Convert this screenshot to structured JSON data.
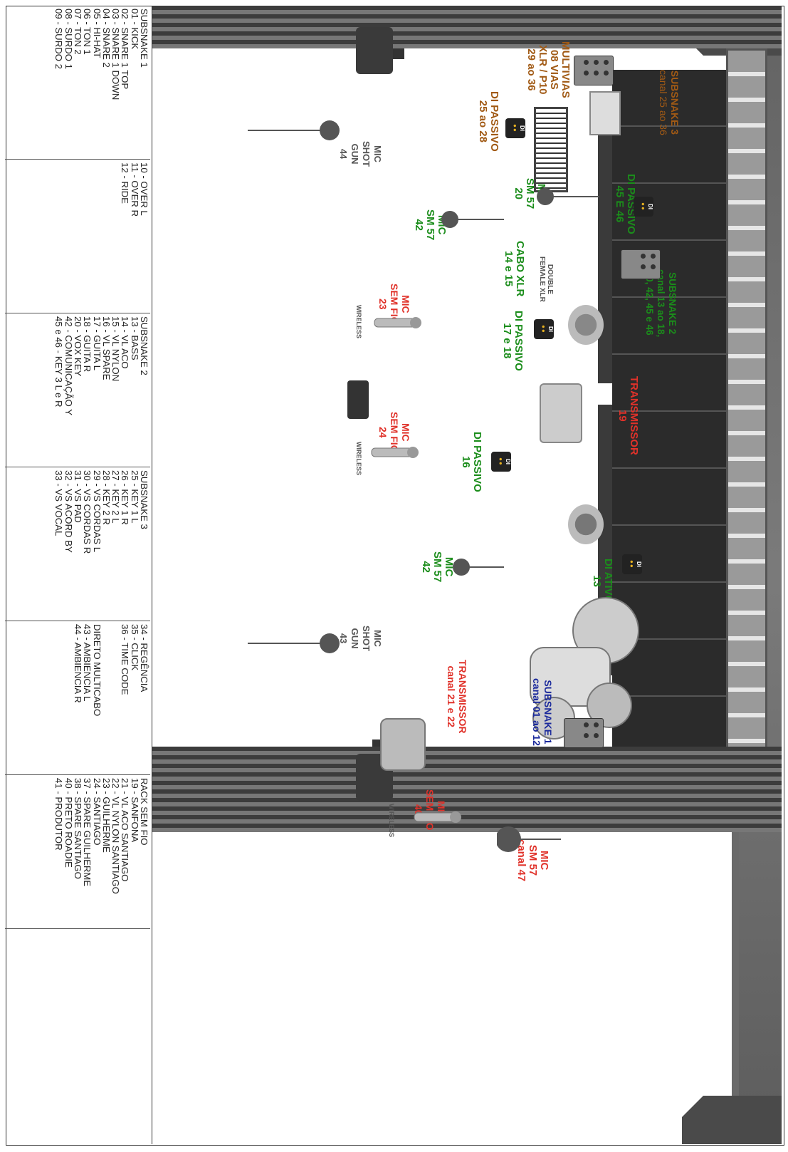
{
  "lists": {
    "col1": [
      "SUBSNAKE 1",
      "01 - KICK",
      "02 - SNARE 1 TOP",
      "03 - SNARE 1 DOWN",
      "04 - SNARE 2",
      "05 - HI-HAT",
      "06 - TON 1",
      "07 - TON 2",
      "08 - SURDO 1",
      "09 - SURDO 2"
    ],
    "col2": [
      "10 - OVER L",
      "11 - OVER R",
      "12 - RIDE"
    ],
    "col3": [
      "SUBSNAKE 2",
      "13 - BASS",
      "14 - VL ACO",
      "15 - VL NYLON",
      "16 - VL SPARE",
      "17 - GUITA L",
      "18 - GUITA R",
      "20 - VOX KEY",
      "42 - COMUNICAÇÃO Y",
      "45 e 46  - KEY 3 L e R"
    ],
    "col4": [
      "SUBSNAKE 3",
      "25 - KEY 1 L",
      "26 - KEY 1 R",
      "27 - KEY 2 L",
      "28 - KEY 2 R",
      "29 - VS CORDAS L",
      "30 - VS CORDAS R",
      "31 - VS PAD",
      "32 - VS ACORD BY",
      "33 - VS VOCAL"
    ],
    "col5": [
      "34 - REGÊNCIA",
      "35 - CLICK",
      "36 - TIME CODE",
      "",
      "",
      "DIRETO MULTICABO",
      "43 - AMBIENCIA L",
      "44 - AMBIENCIA R"
    ],
    "col6": [
      "RACK SEM FIO",
      "19 - SANFONA",
      "21 - VL ACO SANTIAGO",
      "22 - VL NYLON SANTIAGO",
      "23 - GUILHERME",
      "24 - SANTIAGO",
      "37 - SPARE GUILHERME",
      "38 - SPARE SANTIAGO",
      "40 - PRETO ROADIE",
      "41 - PRODUTOR"
    ]
  },
  "labels": {
    "subsnake3": [
      "SUBSNAKE 3",
      "canal 25 ao 36"
    ],
    "multivias": [
      "MULTIVIAS",
      "08 VIAS",
      "XLR / P10",
      "29 ao 36"
    ],
    "di_passivo_25": [
      "DI PASSIVO",
      "25 ao 28"
    ],
    "mic_shotgun_44": [
      "MIC",
      "SHOT",
      "GUN",
      "44"
    ],
    "di_passivo_45": [
      "DI PASSIVO",
      "45 E 46"
    ],
    "mic_sm57_20": [
      "MIC",
      "SM 57",
      "20"
    ],
    "mic_sm57_42a": [
      "MIC",
      "SM 57",
      "42"
    ],
    "double_xlr": [
      "DOUBLE",
      "FEMALE XLR"
    ],
    "cabo_xlr": [
      "CABO XLR",
      "14 e 15"
    ],
    "subsnake2": [
      "SUBSNAKE 2",
      "canal 13 ao 18,",
      "20, 42, 45 e 46"
    ],
    "di_passivo_17": [
      "DI PASSIVO",
      "17 e 18"
    ],
    "mic_sem_fio_23": [
      "MIC",
      "SEM FIO",
      "23"
    ],
    "transmissor_19": [
      "TRANSMISSOR",
      "19"
    ],
    "mic_sem_fio_24": [
      "MIC",
      "SEM FIO",
      "24"
    ],
    "di_passivo_16": [
      "DI PASSIVO",
      "16"
    ],
    "di_ativo_13": [
      "DI ATIVO",
      "13"
    ],
    "mic_sm57_42b": [
      "MIC",
      "SM 57",
      "42"
    ],
    "mic_shotgun_43": [
      "MIC",
      "SHOT",
      "GUN",
      "43"
    ],
    "transmissor_21": [
      "TRANSMISSOR",
      "canal 21 e 22"
    ],
    "subsnake1": [
      "SUBSNAKE 1",
      "canal 01 ao 12"
    ],
    "mic_sem_fio_40": [
      "MIC",
      "SEM FIO",
      "40"
    ],
    "mic_sm57_47": [
      "MIC",
      "SM 57",
      "canal 47"
    ],
    "wireless": "WIRELESS",
    "di_tag": "DI"
  },
  "colors": {
    "orange": "#a15a15",
    "green": "#1b8d1b",
    "red": "#e0322a",
    "blue": "#1b2a9c"
  }
}
